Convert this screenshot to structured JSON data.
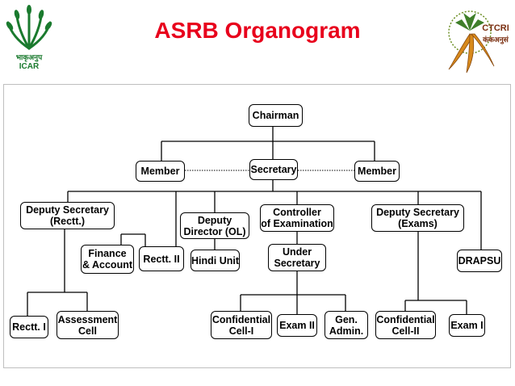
{
  "title": "ASRB Organogram",
  "logos": {
    "left": {
      "line1": "भाकृअनुप",
      "line2": "ICAR"
    },
    "right": {
      "line1": "CTCRI",
      "line2": "कंकअनुसं"
    }
  },
  "colors": {
    "title": "#e8001c",
    "icar_green": "#1a7a2e",
    "ctcri_orange": "#d88a1c"
  },
  "nodes": {
    "chairman": "Chairman",
    "member_left": "Member",
    "secretary": "Secretary",
    "member_right": "Member",
    "dep_sec_rectt": "Deputy Secretary\n(Rectt.)",
    "dep_director_ol": "Deputy\nDirector (OL)",
    "controller_exam": "Controller\nof Examination",
    "dep_sec_exams": "Deputy Secretary\n(Exams)",
    "finance": "Finance\n& Account",
    "rectt_ii": "Rectt. II",
    "hindi_unit": "Hindi Unit",
    "under_secretary": "Under\nSecretary",
    "drapsu": "DRAPSU",
    "rectt_i": "Rectt. I",
    "assessment_cell": "Assessment\nCell",
    "confidential_cell_i": "Confidential\nCell-I",
    "exam_ii": "Exam II",
    "gen_admin": "Gen.\nAdmin.",
    "confidential_cell_ii": "Confidential\nCell-II",
    "exam_i": "Exam I"
  }
}
